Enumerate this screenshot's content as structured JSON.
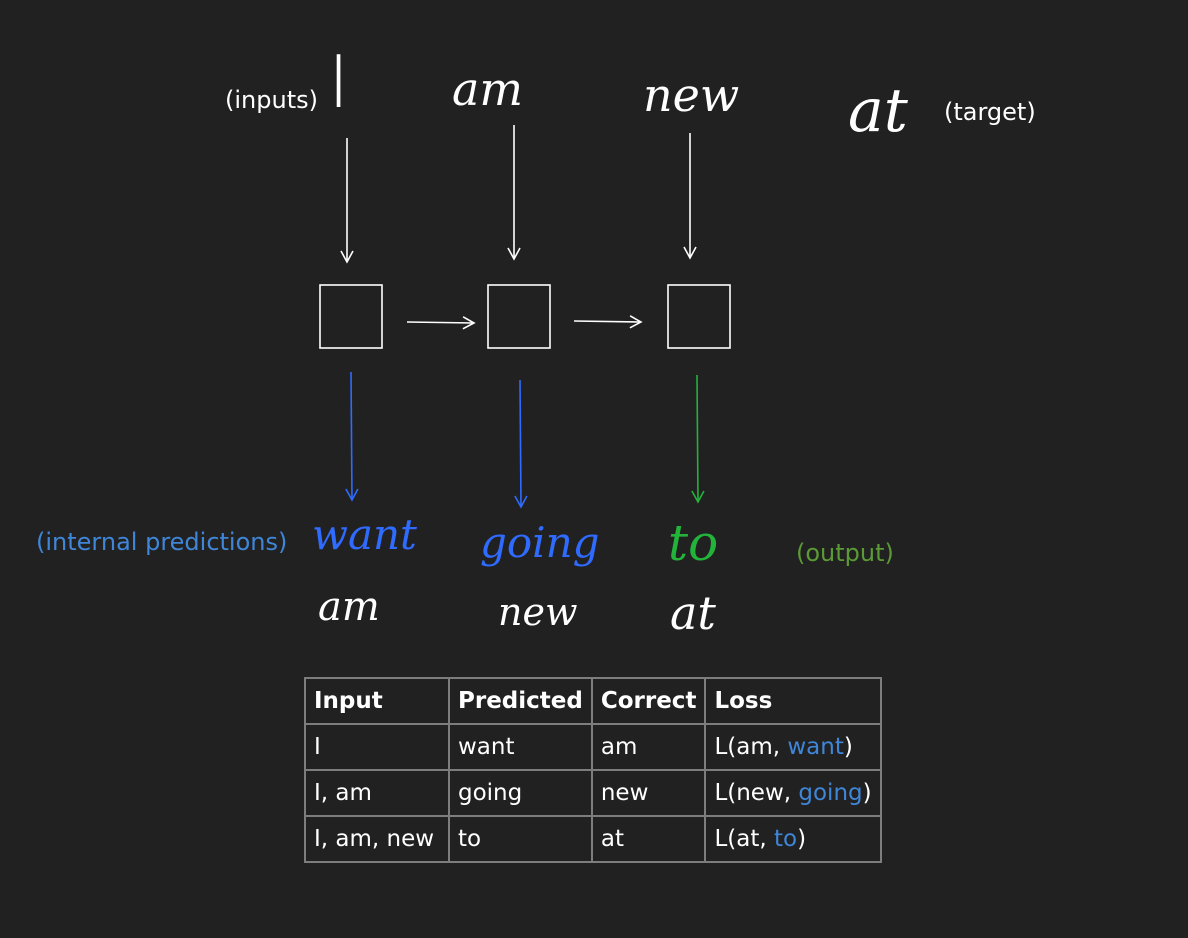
{
  "colors": {
    "background": "#212121",
    "white": "#ffffff",
    "blue_ink": "#2f6bff",
    "blue_label": "#3f86d8",
    "green_ink": "#23b33a",
    "green_label": "#5b9a35",
    "table_border": "#7d7d7d"
  },
  "annotations": {
    "inputs": "(inputs)",
    "target": "(target)",
    "internal_predictions": "(internal predictions)",
    "output": "(output)"
  },
  "inputs": {
    "words": [
      "I",
      "am",
      "new"
    ],
    "target": "at"
  },
  "predictions": {
    "internal": [
      "want",
      "going"
    ],
    "output": "to"
  },
  "correct_words": [
    "am",
    "new",
    "at"
  ],
  "table": {
    "headers": [
      "Input",
      "Predicted",
      "Correct",
      "Loss"
    ],
    "rows": [
      {
        "input": "I",
        "predicted": "want",
        "correct": "am",
        "loss_prefix": "L(am, ",
        "loss_pred": "want",
        "loss_suffix": ")"
      },
      {
        "input": "I, am",
        "predicted": "going",
        "correct": "new",
        "loss_prefix": "L(new, ",
        "loss_pred": "going",
        "loss_suffix": ")"
      },
      {
        "input": "I, am, new",
        "predicted": "to",
        "correct": "at",
        "loss_prefix": "L(at, ",
        "loss_pred": "to",
        "loss_suffix": ")"
      }
    ]
  }
}
